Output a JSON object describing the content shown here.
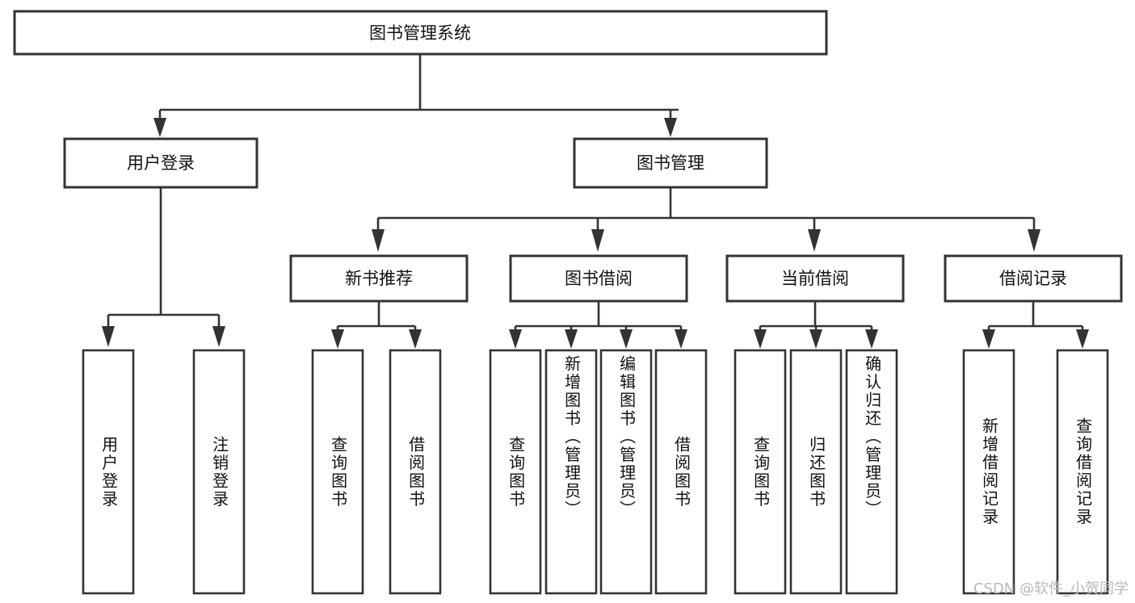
{
  "diagram": {
    "title": "图书管理系统",
    "type": "tree",
    "root": {
      "id": "root",
      "label": "图书管理系统",
      "orientation": "horizontal"
    },
    "level2": [
      {
        "id": "user-login",
        "label": "用户登录",
        "orientation": "horizontal"
      },
      {
        "id": "book-manage",
        "label": "图书管理",
        "orientation": "horizontal"
      }
    ],
    "level3": [
      {
        "id": "new-book-recommend",
        "label": "新书推荐",
        "orientation": "horizontal",
        "parent": "book-manage"
      },
      {
        "id": "book-borrow",
        "label": "图书借阅",
        "orientation": "horizontal",
        "parent": "book-manage"
      },
      {
        "id": "current-borrow",
        "label": "当前借阅",
        "orientation": "horizontal",
        "parent": "book-manage"
      },
      {
        "id": "borrow-record",
        "label": "借阅记录",
        "orientation": "horizontal",
        "parent": "book-manage"
      }
    ],
    "leaves": [
      {
        "id": "leaf-user-login",
        "label": "用户登录",
        "parent": "user-login",
        "orientation": "vertical",
        "align": "center"
      },
      {
        "id": "leaf-user-logout",
        "label": "注销登录",
        "parent": "user-login",
        "orientation": "vertical",
        "align": "center"
      },
      {
        "id": "leaf-query-book-1",
        "label": "查询图书",
        "parent": "new-book-recommend",
        "orientation": "vertical",
        "align": "center"
      },
      {
        "id": "leaf-borrow-book-1",
        "label": "借阅图书",
        "parent": "new-book-recommend",
        "orientation": "vertical",
        "align": "center"
      },
      {
        "id": "leaf-query-book-2",
        "label": "查询图书",
        "parent": "book-borrow",
        "orientation": "vertical",
        "align": "center"
      },
      {
        "id": "leaf-add-book-admin",
        "label": "新增图书（管理员）",
        "parent": "book-borrow",
        "orientation": "vertical",
        "align": "top"
      },
      {
        "id": "leaf-edit-book-admin",
        "label": "编辑图书（管理员）",
        "parent": "book-borrow",
        "orientation": "vertical",
        "align": "top"
      },
      {
        "id": "leaf-borrow-book-2",
        "label": "借阅图书",
        "parent": "book-borrow",
        "orientation": "vertical",
        "align": "center"
      },
      {
        "id": "leaf-query-book-3",
        "label": "查询图书",
        "parent": "current-borrow",
        "orientation": "vertical",
        "align": "center"
      },
      {
        "id": "leaf-return-book",
        "label": "归还图书",
        "parent": "current-borrow",
        "orientation": "vertical",
        "align": "center"
      },
      {
        "id": "leaf-confirm-return-admin",
        "label": "确认归还（管理员）",
        "parent": "current-borrow",
        "orientation": "vertical",
        "align": "top"
      },
      {
        "id": "leaf-add-borrow-record",
        "label": "新增借阅记录",
        "parent": "borrow-record",
        "orientation": "vertical",
        "align": "center"
      },
      {
        "id": "leaf-query-borrow-record",
        "label": "查询借阅记录",
        "parent": "borrow-record",
        "orientation": "vertical",
        "align": "center"
      }
    ]
  },
  "watermark": {
    "text": "CSDN @软件_小贺同学"
  },
  "colors": {
    "background": "#ffffff",
    "stroke": "#333333",
    "text": "#111111",
    "watermark": "#b9b9b9"
  }
}
